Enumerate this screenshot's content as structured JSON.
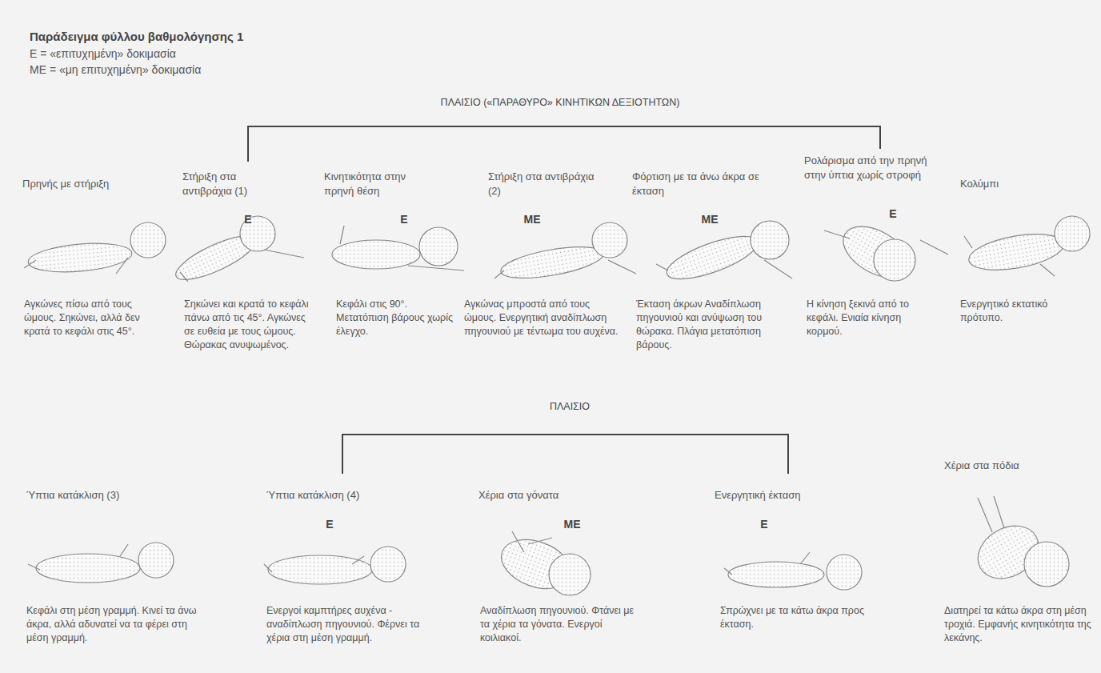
{
  "diagram": {
    "title": "Παράδειγμα φύλλου βαθμολόγησης 1",
    "labels": [
      "Ε = «επιτυχημένη» δοκιμασία",
      "ΜΕ = «μη επιτυχημένη» δοκιμασία",
      "ΠΛΑΙΣΙΟ («ΠΑΡΑΘΥΡΟ» ΚΙΝΗΤΙΚΩΝ ΔΕΞΙΟΤΗΤΩΝ)",
      "Πρηνής με στήριξη",
      "Στήριξη στα αντιβράχια (1)",
      "Κινητικότητα στην πρηνή θέση",
      "Στήριξη στα αντιβράχια (2)",
      "Φόρτιση με τα άνω άκρα σε έκταση",
      "Ρολάρισμα από την πρηνή στην ύπτια χωρίς στροφή",
      "Κολύμπι",
      "Ε",
      "Ε",
      "ΜΕ",
      "ΜΕ",
      "Ε",
      "Αγκώνες πίσω από τους ώμους. Σηκώνει, αλλά δεν κρατά το κεφάλι στις 45°.",
      "Σηκώνει και κρατά το κεφάλι πάνω από τις 45°. Αγκώνες σε ευθεία με τους ώμους. Θώρακας ανυψωμένος.",
      "Κεφάλι στις 90°. Μετατόπιση βάρους χωρίς έλεγχο.",
      "Αγκώνας μπροστά από τους ώμους. Ενεργητική αναδίπλωση πηγουνιού με τέντωμα του αυχένα.",
      "Έκταση άκρων Αναδίπλωση πηγουνιού και ανύψωση του θώρακα. Πλάγια μετατόπιση βάρους.",
      "Η κίνηση ξεκινά από το κεφάλι. Ενιαία κίνηση κορμού.",
      "Ενεργητικό εκτατικό πρότυπο.",
      "ΠΛΑΙΣΙΟ",
      "Χέρια στα πόδια",
      "Ύπτια κατάκλιση (3)",
      "Ύπτια κατάκλιση (4)",
      "Χέρια στα γόνατα",
      "Ενεργητική έκταση",
      "Ε",
      "ΜΕ",
      "Ε",
      "Κεφάλι στη μέση γραμμή. Κινεί τα άνω άκρα, αλλά αδυνατεί να τα φέρει στη μέση γραμμή.",
      "Ενεργοί καμπτήρες αυχένα - αναδίπλωση πηγουνιού. Φέρνει τα χέρια στη μέση γραμμή.",
      "Αναδίπλωση πηγουνιού. Φτάνει με τα χέρια τα γόνατα. Ενεργοί κοιλιακοί.",
      "Σπρώχνει με τα κάτω άκρα προς έκταση.",
      "Διατηρεί τα κάτω άκρα στη μέση τροχιά. Εμφανής κινητικότητα της λεκάνης."
    ]
  }
}
